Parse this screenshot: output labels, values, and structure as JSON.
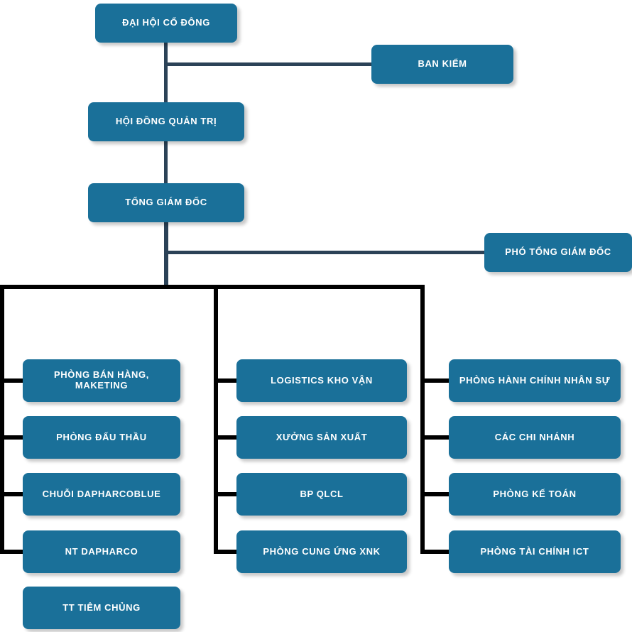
{
  "chart_data": {
    "type": "diagram",
    "diagram_kind": "organizational-chart",
    "title": "",
    "language": "vi",
    "colors": {
      "node_fill": "#1a7099",
      "node_text": "#ffffff",
      "connector_top": "#2b4257",
      "connector_bus": "#000000",
      "background": "#ffffff"
    },
    "nodes": [
      {
        "id": "dai-hoi-co-dong",
        "label": "ĐẠI HỘI CỔ ĐÔNG",
        "level": 0
      },
      {
        "id": "ban-kiem",
        "label": "BAN KIỂM",
        "level": 1
      },
      {
        "id": "hoi-dong-quan-tri",
        "label": "HỘI ĐỒNG QUẢN TRỊ",
        "level": 1
      },
      {
        "id": "tong-giam-doc",
        "label": "TỔNG GIÁM ĐỐC",
        "level": 2
      },
      {
        "id": "pho-tong-giam-doc",
        "label": "PHÓ TỔNG GIÁM ĐỐC",
        "level": 3
      },
      {
        "id": "phong-ban-hang",
        "label": "PHÒNG BÁN HÀNG, MAKETING",
        "level": 4,
        "column": "left"
      },
      {
        "id": "phong-dau-thau",
        "label": "PHÒNG ĐẤU THẦU",
        "level": 4,
        "column": "left"
      },
      {
        "id": "chuoi-dapharcoblue",
        "label": "CHUỖI DAPHARCOBLUE",
        "level": 4,
        "column": "left"
      },
      {
        "id": "nt-dapharco",
        "label": "NT DAPHARCO",
        "level": 4,
        "column": "left"
      },
      {
        "id": "tt-tiem-chung",
        "label": "TT TIÊM CHỦNG",
        "level": 4,
        "column": "left"
      },
      {
        "id": "logistics-kho-van",
        "label": "LOGISTICS KHO VẬN",
        "level": 4,
        "column": "middle"
      },
      {
        "id": "xuong-san-xuat",
        "label": "XƯỞNG SẢN XUẤT",
        "level": 4,
        "column": "middle"
      },
      {
        "id": "bp-qlcl",
        "label": "BP QLCL",
        "level": 4,
        "column": "middle"
      },
      {
        "id": "phong-cung-ung-xnk",
        "label": "PHÒNG CUNG ỨNG XNK",
        "level": 4,
        "column": "middle"
      },
      {
        "id": "phong-hanh-chinh",
        "label": "PHÒNG HÀNH CHÍNH NHÂN SỰ",
        "level": 4,
        "column": "right"
      },
      {
        "id": "cac-chi-nhanh",
        "label": "CÁC CHI NHÁNH",
        "level": 4,
        "column": "right"
      },
      {
        "id": "phong-ke-toan",
        "label": "PHÒNG KẾ TOÁN",
        "level": 4,
        "column": "right"
      },
      {
        "id": "phong-tai-chinh-ict",
        "label": "PHÒNG TÀI CHÍNH ICT",
        "level": 4,
        "column": "right"
      }
    ],
    "edges": [
      {
        "from": "dai-hoi-co-dong",
        "to": "ban-kiem"
      },
      {
        "from": "dai-hoi-co-dong",
        "to": "hoi-dong-quan-tri"
      },
      {
        "from": "hoi-dong-quan-tri",
        "to": "tong-giam-doc"
      },
      {
        "from": "tong-giam-doc",
        "to": "pho-tong-giam-doc"
      },
      {
        "from": "tong-giam-doc",
        "to": "phong-ban-hang"
      },
      {
        "from": "tong-giam-doc",
        "to": "phong-dau-thau"
      },
      {
        "from": "tong-giam-doc",
        "to": "chuoi-dapharcoblue"
      },
      {
        "from": "tong-giam-doc",
        "to": "nt-dapharco"
      },
      {
        "from": "tong-giam-doc",
        "to": "logistics-kho-van"
      },
      {
        "from": "tong-giam-doc",
        "to": "xuong-san-xuat"
      },
      {
        "from": "tong-giam-doc",
        "to": "bp-qlcl"
      },
      {
        "from": "tong-giam-doc",
        "to": "phong-cung-ung-xnk"
      },
      {
        "from": "tong-giam-doc",
        "to": "phong-hanh-chinh"
      },
      {
        "from": "tong-giam-doc",
        "to": "cac-chi-nhanh"
      },
      {
        "from": "tong-giam-doc",
        "to": "phong-ke-toan"
      },
      {
        "from": "tong-giam-doc",
        "to": "phong-tai-chinh-ict"
      }
    ]
  },
  "nodes": {
    "dai_hoi_co_dong": "ĐẠI HỘI CỔ ĐÔNG",
    "ban_kiem": "BAN KIỂM",
    "hoi_dong_quan_tri": "HỘI ĐỒNG QUẢN TRỊ",
    "tong_giam_doc": "TỔNG GIÁM ĐỐC",
    "pho_tong_giam_doc": "PHÓ TỔNG GIÁM ĐỐC",
    "phong_ban_hang": "PHÒNG BÁN HÀNG, MAKETING",
    "phong_dau_thau": "PHÒNG ĐẤU THẦU",
    "chuoi_dapharcoblue": "CHUỖI DAPHARCOBLUE",
    "nt_dapharco": "NT DAPHARCO",
    "tt_tiem_chung": "TT TIÊM CHỦNG",
    "logistics_kho_van": "LOGISTICS KHO VẬN",
    "xuong_san_xuat": "XƯỞNG SẢN XUẤT",
    "bp_qlcl": "BP QLCL",
    "phong_cung_ung_xnk": "PHÒNG CUNG ỨNG XNK",
    "phong_hanh_chinh_nhan_su": "PHÒNG HÀNH CHÍNH NHÂN SỰ",
    "cac_chi_nhanh": "CÁC CHI NHÁNH",
    "phong_ke_toan": "PHÒNG KẾ TOÁN",
    "phong_tai_chinh_ict": "PHÒNG TÀI CHÍNH ICT"
  }
}
